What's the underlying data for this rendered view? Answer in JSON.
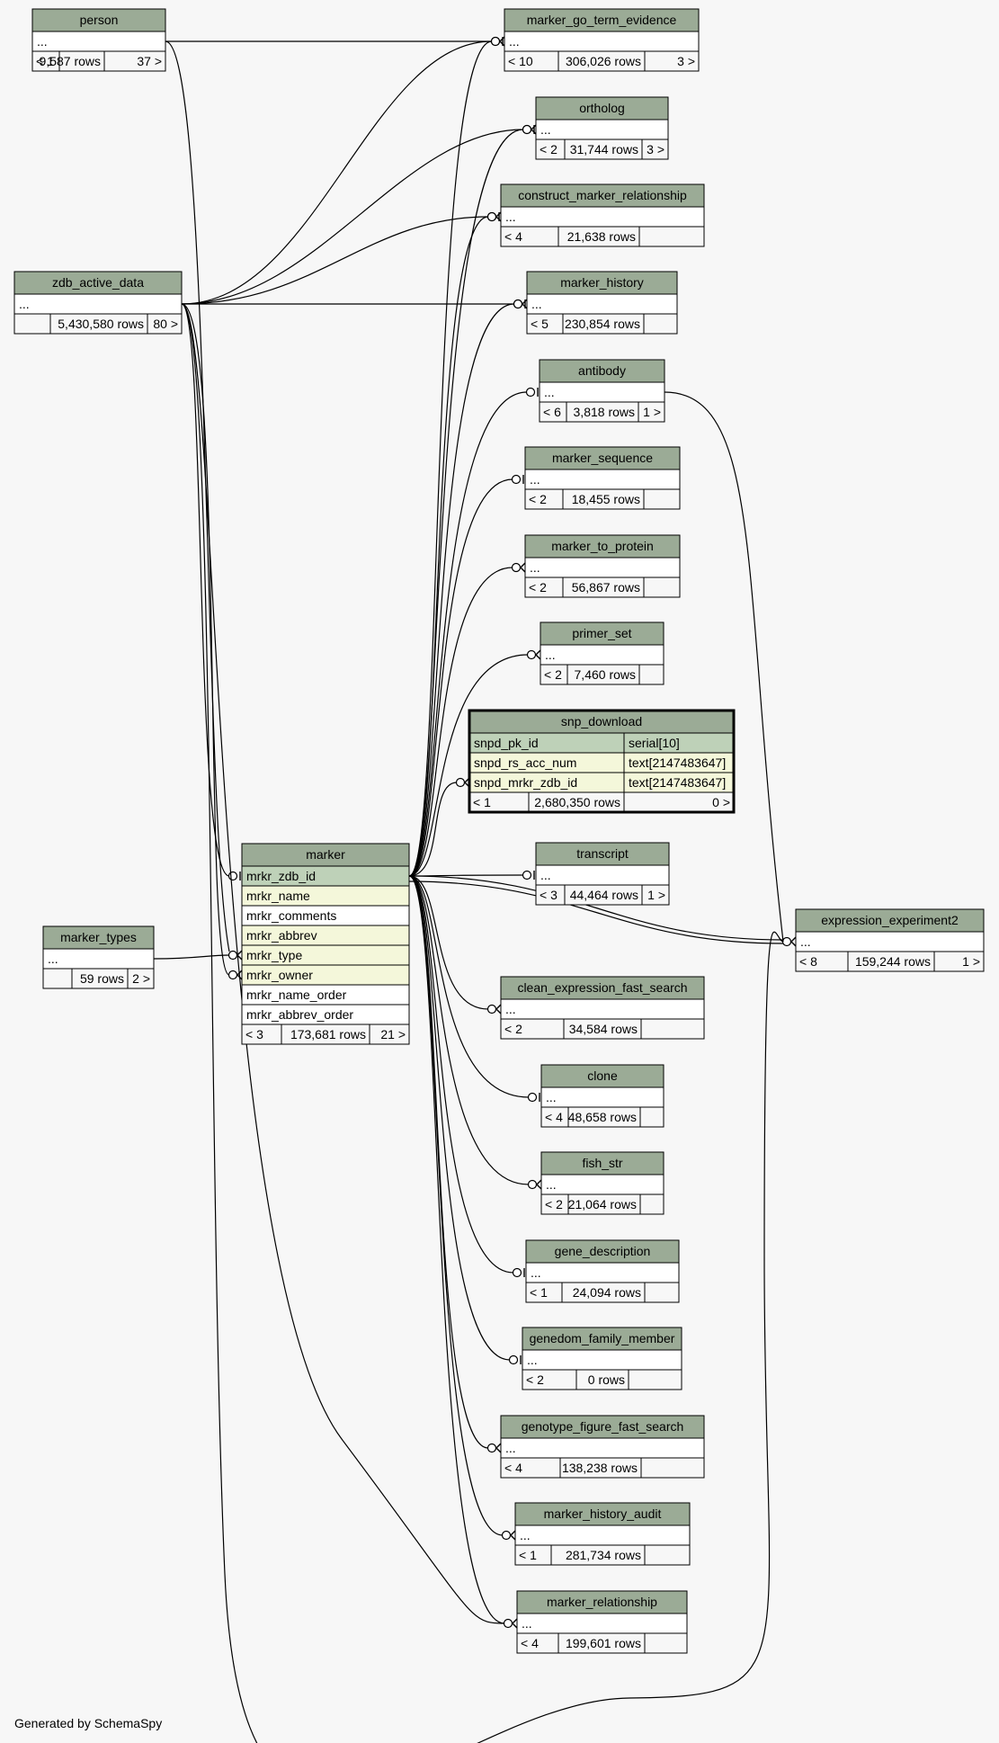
{
  "footer": "Generated by SchemaSpy",
  "colors": {
    "background": "#f7f7f7",
    "header": "#9bab96",
    "primary_key_row": "#bed1b8",
    "foreign_key_row": "#f4f7da",
    "row": "#ffffff"
  },
  "tables": [
    {
      "id": "person",
      "name": "person",
      "rows": [
        "..."
      ],
      "footer": [
        "< 1",
        "9,587 rows",
        "37 >"
      ]
    },
    {
      "id": "marker_go_term_evidence",
      "name": "marker_go_term_evidence",
      "rows": [
        "..."
      ],
      "footer": [
        "< 10",
        "306,026 rows",
        "3 >"
      ]
    },
    {
      "id": "ortholog",
      "name": "ortholog",
      "rows": [
        "..."
      ],
      "footer": [
        "< 2",
        "31,744 rows",
        "3 >"
      ]
    },
    {
      "id": "construct_marker_relationship",
      "name": "construct_marker_relationship",
      "rows": [
        "..."
      ],
      "footer": [
        "< 4",
        "21,638 rows",
        ""
      ]
    },
    {
      "id": "zdb_active_data",
      "name": "zdb_active_data",
      "rows": [
        "..."
      ],
      "footer": [
        "",
        "5,430,580 rows",
        "80 >"
      ]
    },
    {
      "id": "marker_history",
      "name": "marker_history",
      "rows": [
        "..."
      ],
      "footer": [
        "< 5",
        "230,854 rows",
        ""
      ]
    },
    {
      "id": "antibody",
      "name": "antibody",
      "rows": [
        "..."
      ],
      "footer": [
        "< 6",
        "3,818 rows",
        "1 >"
      ]
    },
    {
      "id": "marker_sequence",
      "name": "marker_sequence",
      "rows": [
        "..."
      ],
      "footer": [
        "< 2",
        "18,455 rows",
        ""
      ]
    },
    {
      "id": "marker_to_protein",
      "name": "marker_to_protein",
      "rows": [
        "..."
      ],
      "footer": [
        "< 2",
        "56,867 rows",
        ""
      ]
    },
    {
      "id": "primer_set",
      "name": "primer_set",
      "rows": [
        "..."
      ],
      "footer": [
        "< 2",
        "7,460 rows",
        ""
      ]
    },
    {
      "id": "snp_download",
      "name": "snp_download",
      "focus": true,
      "columns": [
        {
          "name": "snpd_pk_id",
          "type": "serial[10]",
          "key": "pk"
        },
        {
          "name": "snpd_rs_acc_num",
          "type": "text[2147483647]",
          "key": "fk"
        },
        {
          "name": "snpd_mrkr_zdb_id",
          "type": "text[2147483647]",
          "key": "fk"
        }
      ],
      "footer": [
        "< 1",
        "2,680,350 rows",
        "0 >"
      ]
    },
    {
      "id": "marker",
      "name": "marker",
      "columns": [
        {
          "name": "mrkr_zdb_id",
          "key": "pk"
        },
        {
          "name": "mrkr_name",
          "key": "fk"
        },
        {
          "name": "mrkr_comments",
          "key": ""
        },
        {
          "name": "mrkr_abbrev",
          "key": "fk"
        },
        {
          "name": "mrkr_type",
          "key": "fk"
        },
        {
          "name": "mrkr_owner",
          "key": "fk"
        },
        {
          "name": "mrkr_name_order",
          "key": ""
        },
        {
          "name": "mrkr_abbrev_order",
          "key": ""
        }
      ],
      "footer": [
        "< 3",
        "173,681 rows",
        "21 >"
      ]
    },
    {
      "id": "transcript",
      "name": "transcript",
      "rows": [
        "..."
      ],
      "footer": [
        "< 3",
        "44,464 rows",
        "1 >"
      ]
    },
    {
      "id": "expression_experiment2",
      "name": "expression_experiment2",
      "rows": [
        "..."
      ],
      "footer": [
        "< 8",
        "159,244 rows",
        "1 >"
      ]
    },
    {
      "id": "marker_types",
      "name": "marker_types",
      "rows": [
        "..."
      ],
      "footer": [
        "",
        "59 rows",
        "2 >"
      ]
    },
    {
      "id": "clean_expression_fast_search",
      "name": "clean_expression_fast_search",
      "rows": [
        "..."
      ],
      "footer": [
        "< 2",
        "34,584 rows",
        ""
      ]
    },
    {
      "id": "clone",
      "name": "clone",
      "rows": [
        "..."
      ],
      "footer": [
        "< 4",
        "48,658 rows",
        ""
      ]
    },
    {
      "id": "fish_str",
      "name": "fish_str",
      "rows": [
        "..."
      ],
      "footer": [
        "< 2",
        "21,064 rows",
        ""
      ]
    },
    {
      "id": "gene_description",
      "name": "gene_description",
      "rows": [
        "..."
      ],
      "footer": [
        "< 1",
        "24,094 rows",
        ""
      ]
    },
    {
      "id": "genedom_family_member",
      "name": "genedom_family_member",
      "rows": [
        "..."
      ],
      "footer": [
        "< 2",
        "0 rows",
        ""
      ]
    },
    {
      "id": "genotype_figure_fast_search",
      "name": "genotype_figure_fast_search",
      "rows": [
        "..."
      ],
      "footer": [
        "< 4",
        "138,238 rows",
        ""
      ]
    },
    {
      "id": "marker_history_audit",
      "name": "marker_history_audit",
      "rows": [
        "..."
      ],
      "footer": [
        "< 1",
        "281,734 rows",
        ""
      ]
    },
    {
      "id": "marker_relationship",
      "name": "marker_relationship",
      "rows": [
        "..."
      ],
      "footer": [
        "< 4",
        "199,601 rows",
        ""
      ]
    }
  ],
  "relationships": [
    {
      "from": "person",
      "to": "marker_go_term_evidence"
    },
    {
      "from": "person",
      "to": "marker"
    },
    {
      "from": "zdb_active_data",
      "to": "marker_go_term_evidence"
    },
    {
      "from": "zdb_active_data",
      "to": "ortholog"
    },
    {
      "from": "zdb_active_data",
      "to": "construct_marker_relationship"
    },
    {
      "from": "zdb_active_data",
      "to": "marker_history"
    },
    {
      "from": "zdb_active_data",
      "to": "marker"
    },
    {
      "from": "zdb_active_data",
      "to": "marker"
    },
    {
      "from": "zdb_active_data",
      "to": "marker_relationship"
    },
    {
      "from": "marker_types",
      "to": "marker"
    },
    {
      "from": "marker",
      "to": "marker_go_term_evidence"
    },
    {
      "from": "marker",
      "to": "ortholog"
    },
    {
      "from": "marker",
      "to": "construct_marker_relationship"
    },
    {
      "from": "marker",
      "to": "marker_history"
    },
    {
      "from": "marker",
      "to": "antibody"
    },
    {
      "from": "marker",
      "to": "marker_sequence"
    },
    {
      "from": "marker",
      "to": "marker_to_protein"
    },
    {
      "from": "marker",
      "to": "primer_set"
    },
    {
      "from": "marker",
      "to": "snp_download"
    },
    {
      "from": "marker",
      "to": "transcript"
    },
    {
      "from": "marker",
      "to": "expression_experiment2"
    },
    {
      "from": "marker",
      "to": "expression_experiment2"
    },
    {
      "from": "marker",
      "to": "clean_expression_fast_search"
    },
    {
      "from": "marker",
      "to": "clone"
    },
    {
      "from": "marker",
      "to": "fish_str"
    },
    {
      "from": "marker",
      "to": "gene_description"
    },
    {
      "from": "marker",
      "to": "genedom_family_member"
    },
    {
      "from": "marker",
      "to": "genotype_figure_fast_search"
    },
    {
      "from": "marker",
      "to": "marker_history_audit"
    },
    {
      "from": "marker",
      "to": "marker_relationship"
    },
    {
      "from": "marker",
      "to": "marker_relationship"
    },
    {
      "from": "antibody",
      "to": "expression_experiment2"
    },
    {
      "from": "marker_relationship",
      "to": "expression_experiment2"
    }
  ]
}
